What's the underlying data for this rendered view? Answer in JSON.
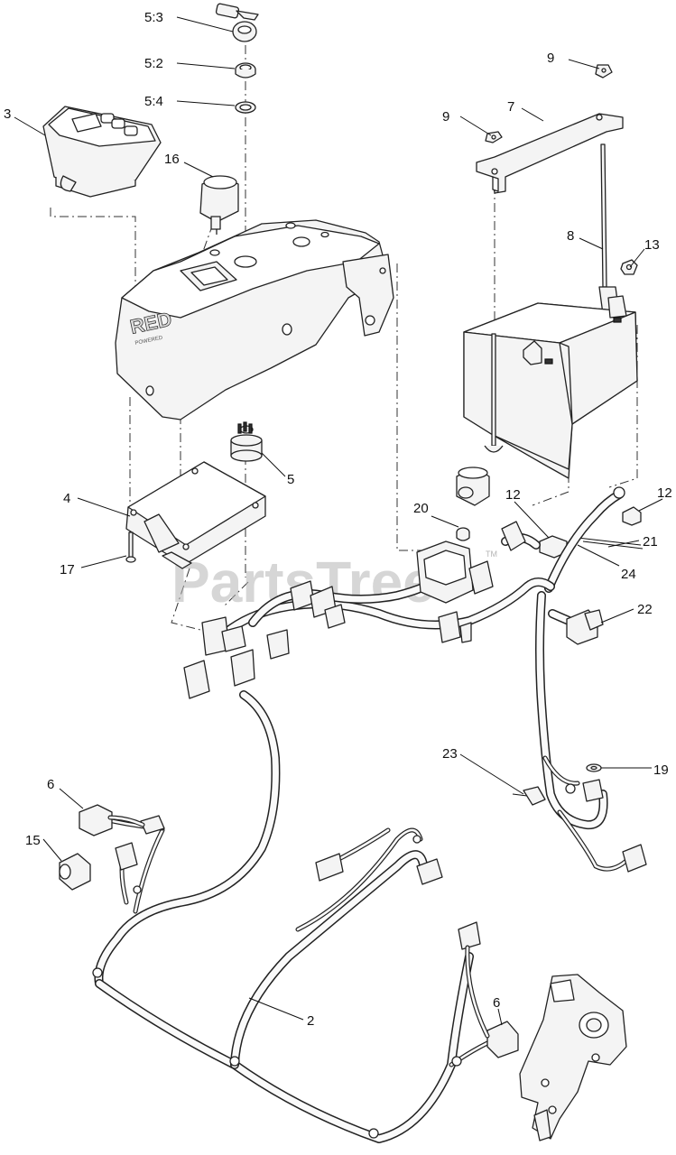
{
  "labels": [
    {
      "id": "5:3",
      "text": "5:3"
    },
    {
      "id": "5:2",
      "text": "5:2"
    },
    {
      "id": "5:4",
      "text": "5:4"
    },
    {
      "id": "3",
      "text": "3"
    },
    {
      "id": "16",
      "text": "16"
    },
    {
      "id": "9a",
      "text": "9"
    },
    {
      "id": "9b",
      "text": "9"
    },
    {
      "id": "7",
      "text": "7"
    },
    {
      "id": "8",
      "text": "8"
    },
    {
      "id": "13",
      "text": "13"
    },
    {
      "id": "5",
      "text": "5"
    },
    {
      "id": "4",
      "text": "4"
    },
    {
      "id": "17",
      "text": "17"
    },
    {
      "id": "20",
      "text": "20"
    },
    {
      "id": "12a",
      "text": "12"
    },
    {
      "id": "12b",
      "text": "12"
    },
    {
      "id": "21",
      "text": "21"
    },
    {
      "id": "24",
      "text": "24"
    },
    {
      "id": "22",
      "text": "22"
    },
    {
      "id": "23",
      "text": "23"
    },
    {
      "id": "19",
      "text": "19"
    },
    {
      "id": "6a",
      "text": "6"
    },
    {
      "id": "15",
      "text": "15"
    },
    {
      "id": "2",
      "text": "2"
    },
    {
      "id": "6b",
      "text": "6"
    }
  ],
  "watermark": {
    "text": "PartsTree",
    "tm": "TM"
  },
  "decal": {
    "brand": "RED",
    "sub": "POWERED"
  },
  "colors": {
    "line": "#222222",
    "watermark": "#b5b5b5",
    "background": "#ffffff"
  }
}
